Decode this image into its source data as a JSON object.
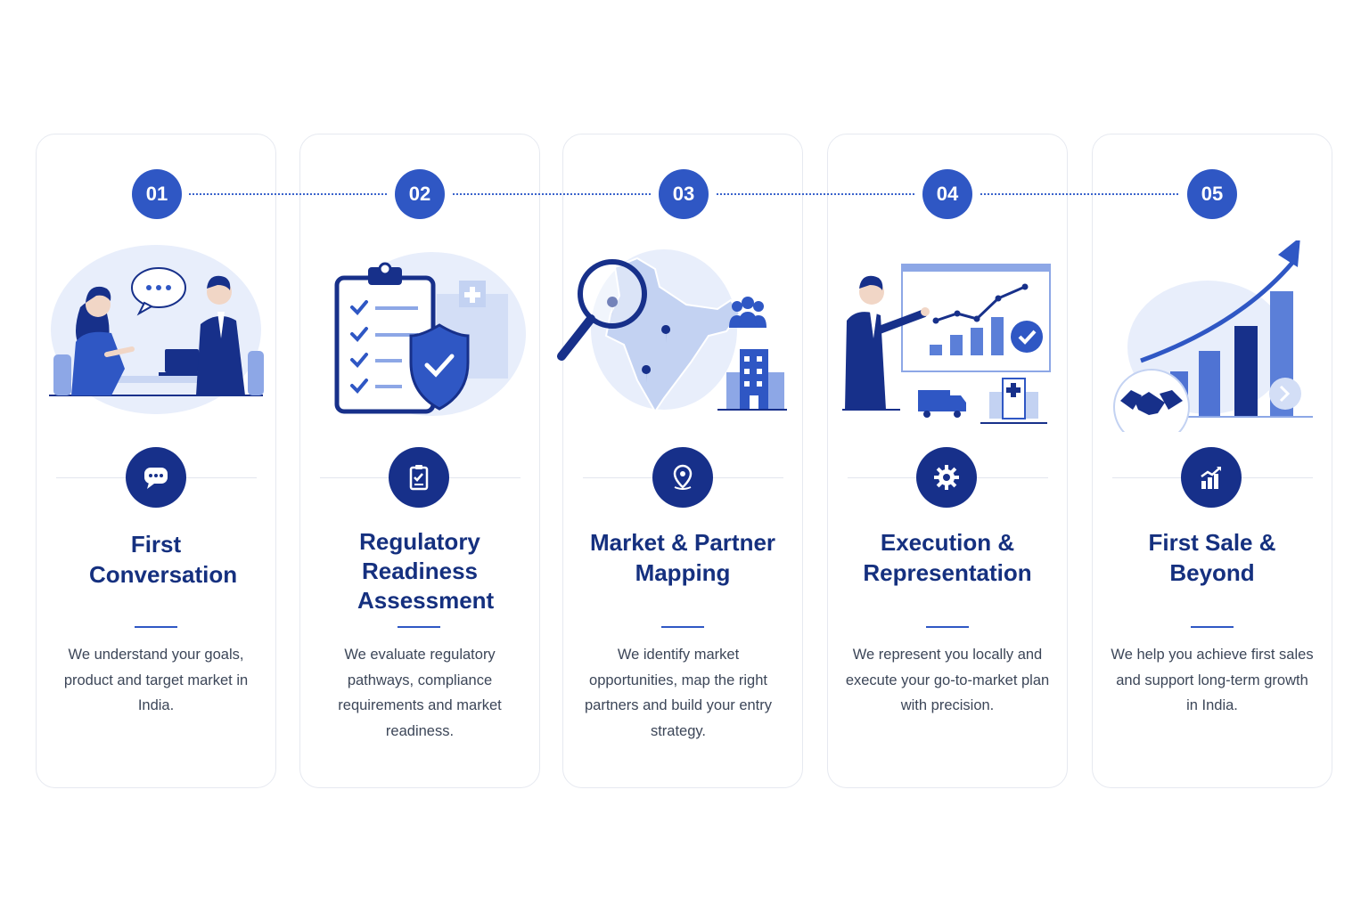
{
  "steps": [
    {
      "number": "01",
      "title": "First Conversation",
      "description": "We understand your goals, product and target market in India.",
      "icon": "chat-icon",
      "illustration": "meeting-illustration"
    },
    {
      "number": "02",
      "title": "Regulatory Readiness Assessment",
      "description": "We evaluate regulatory pathways, compliance requirements and market readiness.",
      "icon": "clipboard-check-icon",
      "illustration": "checklist-shield-illustration"
    },
    {
      "number": "03",
      "title": "Market & Partner Mapping",
      "description": "We identify market opportunities, map the right partners and build your entry strategy.",
      "icon": "location-pin-icon",
      "illustration": "india-map-illustration"
    },
    {
      "number": "04",
      "title": "Execution & Representation",
      "description": "We represent you locally and execute your go-to-market plan with precision.",
      "icon": "gear-icon",
      "illustration": "presentation-illustration"
    },
    {
      "number": "05",
      "title": "First Sale & Beyond",
      "description": "We help you achieve first sales and support long-term growth in India.",
      "icon": "growth-chart-icon",
      "illustration": "handshake-growth-illustration"
    }
  ],
  "colors": {
    "accent": "#2f57c4",
    "dark": "#17308a",
    "title": "#15307f",
    "text": "#3c4658",
    "light": "#e8eefb"
  }
}
